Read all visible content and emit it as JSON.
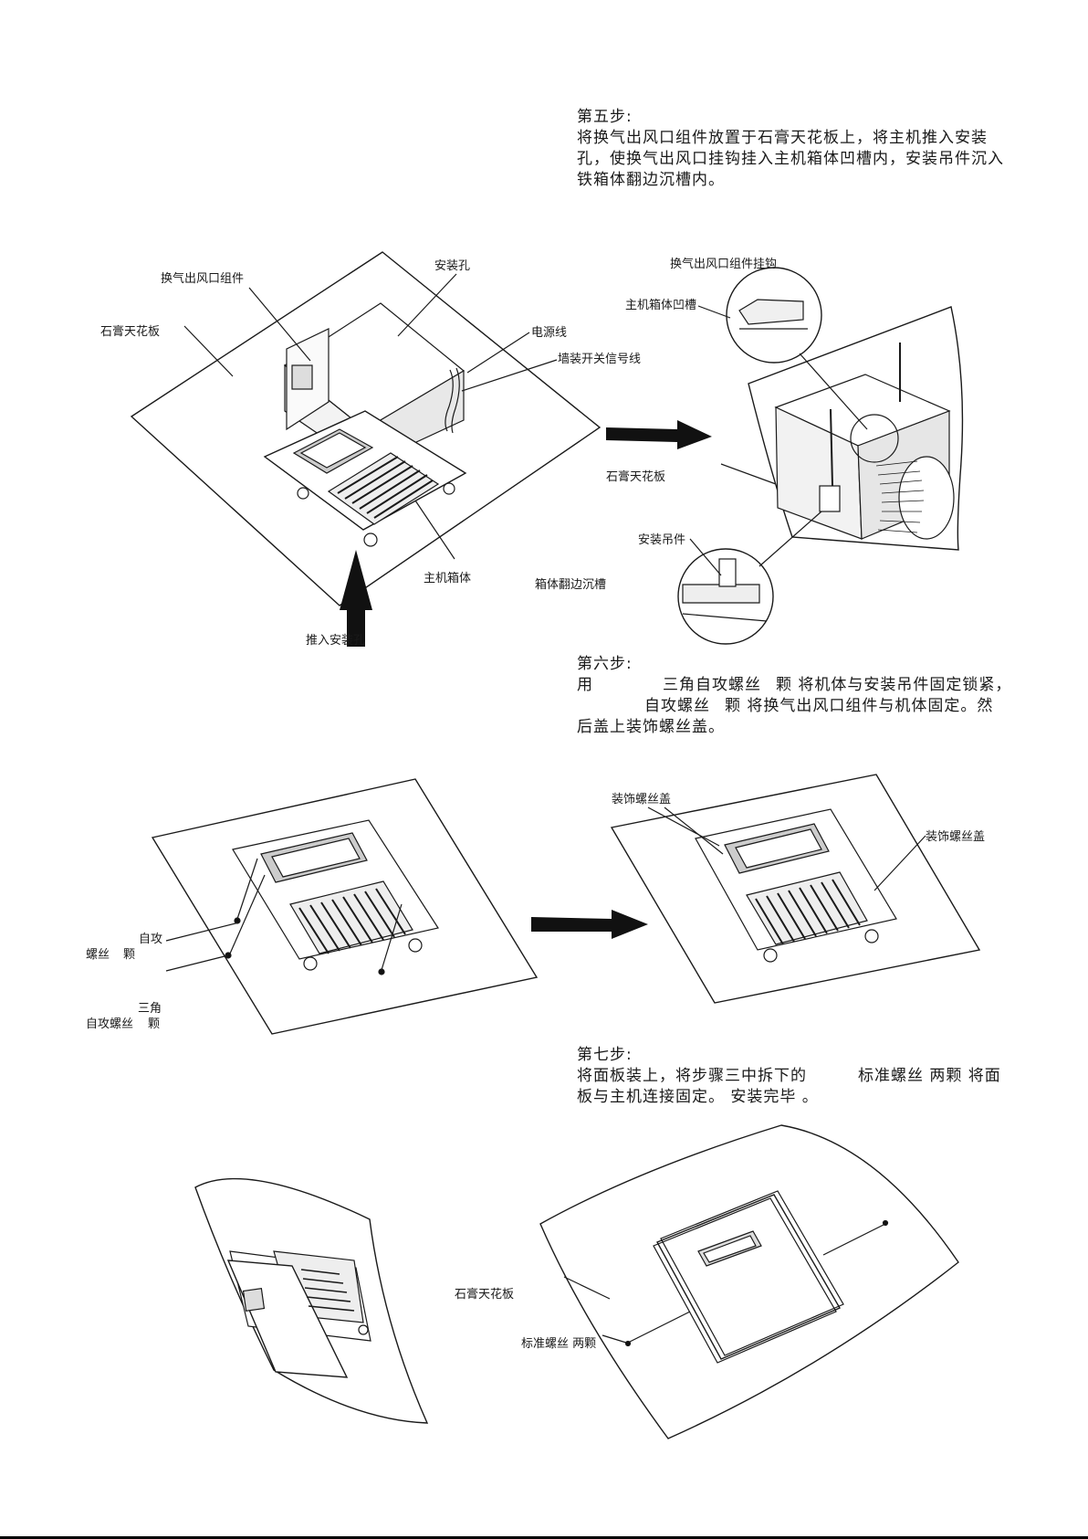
{
  "step5": {
    "title": "第五步:",
    "line1": "将换气出风口组件放置于石膏天花板上，将主机推入安装",
    "line2": "孔，使换气出风口挂钩挂入主机箱体凹槽内，安装吊件沉入",
    "line3": "铁箱体翻边沉槽内。",
    "labels": {
      "vent_assembly": "换气出风口组件",
      "install_hole": "安装孔",
      "gypsum_board": "石膏天花板",
      "power_cord": "电源线",
      "switch_cable": "墙装开关信号线",
      "main_box": "主机箱体",
      "push_in": "推入安装孔",
      "vent_hook": "换气出风口组件挂钩",
      "box_groove": "主机箱体凹槽",
      "gypsum_board_right": "石膏天花板",
      "hanger": "安装吊件",
      "flange_groove": "箱体翻边沉槽"
    }
  },
  "step6": {
    "title": "第六步:",
    "line1_a": "用",
    "line1_b": "三角自攻螺丝",
    "line1_c": "颗 将机体与安装吊件固定锁紧，",
    "line2_a": "自攻螺丝",
    "line2_b": "颗 将换气出风口组件与机体固定。然",
    "line3": "后盖上装饰螺丝盖。",
    "labels": {
      "decor_cap_left": "装饰螺丝盖",
      "decor_cap_right": "装饰螺丝盖",
      "self_tap_a": "自攻",
      "self_tap_b": "螺丝",
      "self_tap_c": "颗",
      "triangle_a": "三角",
      "triangle_b": "自攻螺丝",
      "triangle_c": "颗"
    }
  },
  "step7": {
    "title": "第七步:",
    "line1_a": "将面板装上，将步骤三中拆下的",
    "line1_b": "标准螺丝 两颗 将面",
    "line2": "板与主机连接固定。 安装完毕 。",
    "labels": {
      "gypsum_board": "石膏天花板",
      "std_screws": "标准螺丝 两颗"
    }
  }
}
